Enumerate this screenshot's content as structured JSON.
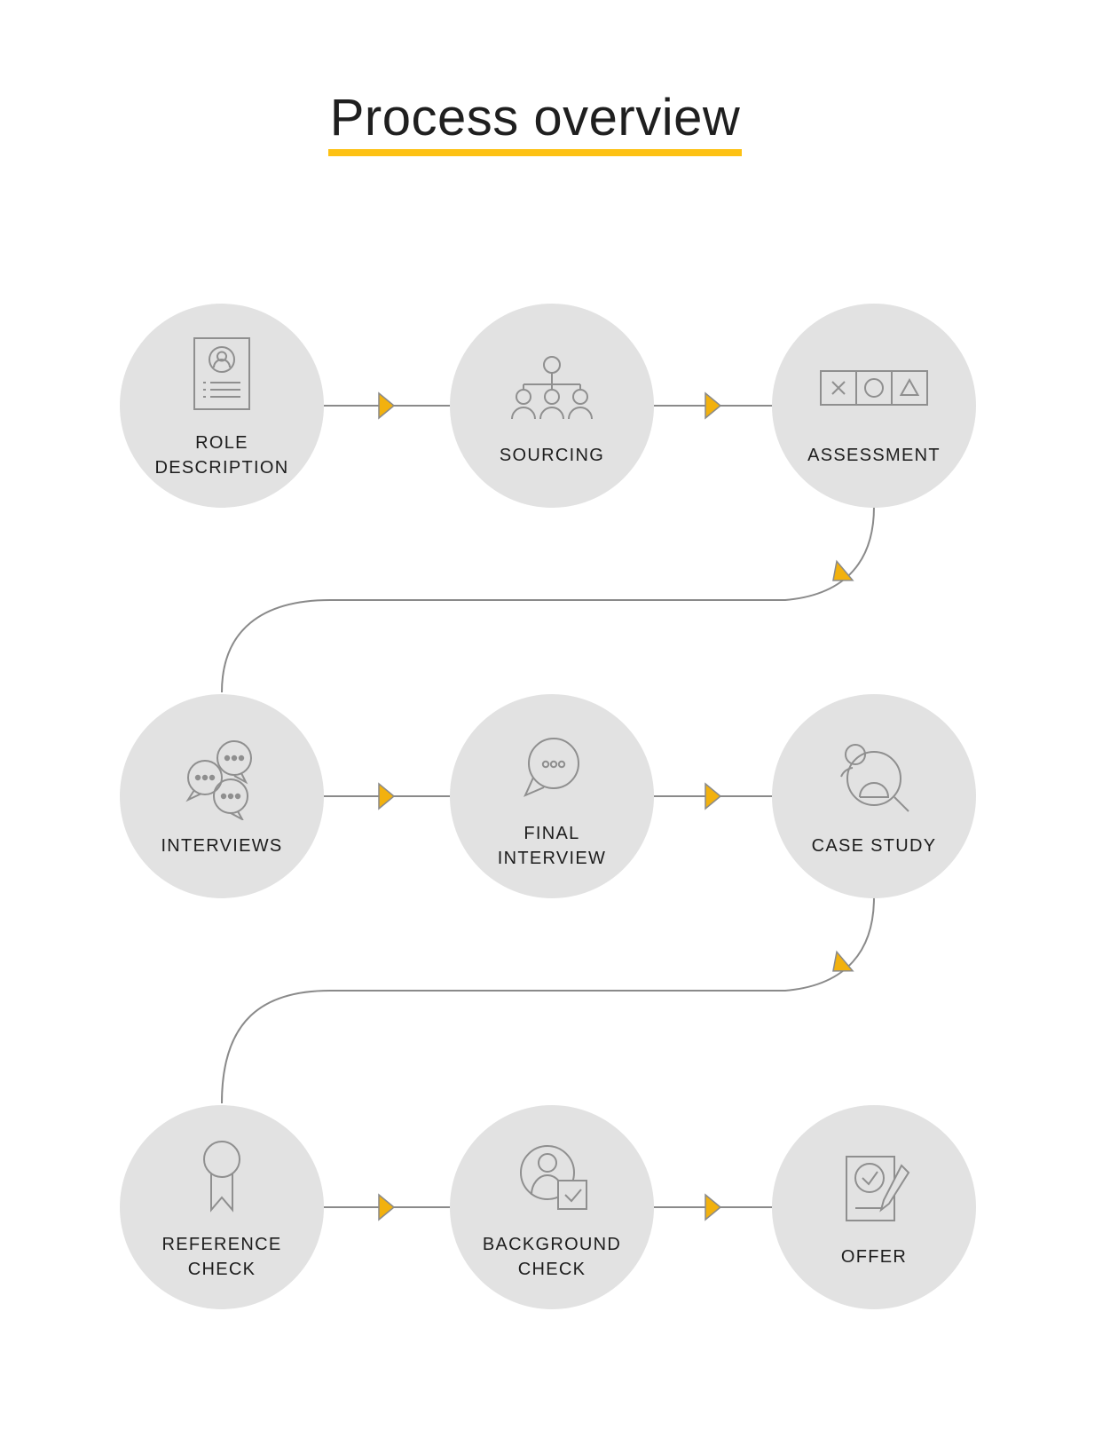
{
  "title": {
    "text": "Process overview"
  },
  "colors": {
    "background": "#FFFFFF",
    "node_fill": "#E2E2E2",
    "icon_stroke": "#8F8F8F",
    "connector_stroke": "#8A8A8A",
    "arrow_fill": "#F2B10E",
    "title_underline": "#FDC113",
    "title_text": "#1F1F1F",
    "label_text": "#1D1D1D"
  },
  "flow": {
    "nodes": [
      {
        "id": "role-description",
        "label": "ROLE\nDESCRIPTION",
        "icon": "resume-icon"
      },
      {
        "id": "sourcing",
        "label": "SOURCING",
        "icon": "org-chart-icon"
      },
      {
        "id": "assessment",
        "label": "ASSESSMENT",
        "icon": "shapes-assessment-icon"
      },
      {
        "id": "interviews",
        "label": "INTERVIEWS",
        "icon": "chat-bubbles-icon"
      },
      {
        "id": "final-interview",
        "label": "FINAL\nINTERVIEW",
        "icon": "speech-bubble-icon"
      },
      {
        "id": "case-study",
        "label": "CASE STUDY",
        "icon": "magnifier-person-icon"
      },
      {
        "id": "reference-check",
        "label": "REFERENCE\nCHECK",
        "icon": "award-ribbon-icon"
      },
      {
        "id": "background-check",
        "label": "BACKGROUND\nCHECK",
        "icon": "avatar-check-icon"
      },
      {
        "id": "offer",
        "label": "OFFER",
        "icon": "signed-document-icon"
      }
    ]
  }
}
